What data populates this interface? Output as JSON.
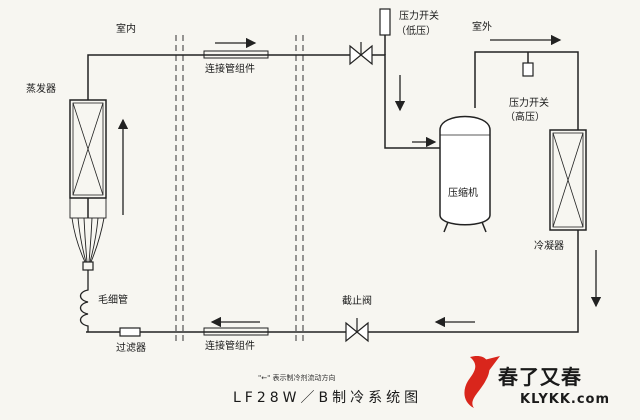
{
  "labels": {
    "indoor": "室内",
    "outdoor": "室外",
    "evaporator": "蒸发器",
    "connecting_pipe": "连接管组件",
    "pressure_switch_low_title": "压力开关",
    "pressure_switch_low_sub": "（低压）",
    "pressure_switch_high_title": "压力开关",
    "pressure_switch_high_sub": "（高压）",
    "compressor": "压缩机",
    "condenser": "冷凝器",
    "capillary": "毛细管",
    "filter": "过滤器",
    "stop_valve": "截止阀",
    "legend": "\"←\" 表示制冷剂流动方向",
    "title": "LF28W／B制冷系统图"
  },
  "logo": {
    "text": "春了又春",
    "url": "KLYKK.com",
    "color": "#d9261c"
  }
}
